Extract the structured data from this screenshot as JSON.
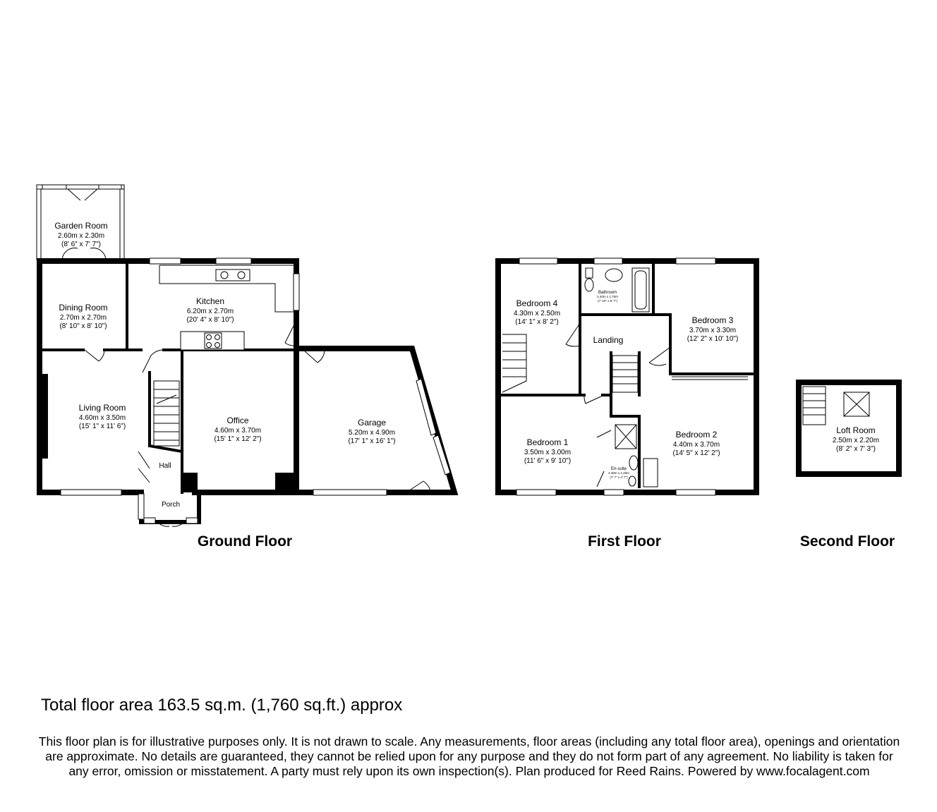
{
  "floors": {
    "ground": "Ground Floor",
    "first": "First Floor",
    "second": "Second Floor"
  },
  "rooms": {
    "garden_room": {
      "name": "Garden Room",
      "metric": "2.60m x 2.30m",
      "imperial": "(8' 6\" x 7' 7\")"
    },
    "dining_room": {
      "name": "Dining Room",
      "metric": "2.70m x 2.70m",
      "imperial": "(8' 10\" x 8' 10\")"
    },
    "kitchen": {
      "name": "Kitchen",
      "metric": "6.20m x 2.70m",
      "imperial": "(20' 4\" x 8' 10\")"
    },
    "living_room": {
      "name": "Living Room",
      "metric": "4.60m x 3.50m",
      "imperial": "(15' 1\" x 11' 6\")"
    },
    "office": {
      "name": "Office",
      "metric": "4.60m x 3.70m",
      "imperial": "(15' 1\" x 12' 2\")"
    },
    "garage": {
      "name": "Garage",
      "metric": "5.20m x 4.90m",
      "imperial": "(17' 1\" x 16' 1\")"
    },
    "hall": {
      "name": "Hall"
    },
    "porch": {
      "name": "Porch"
    },
    "bedroom_4": {
      "name": "Bedroom 4",
      "metric": "4.30m x 2.50m",
      "imperial": "(14' 1\" x 8' 2\")"
    },
    "bathroom": {
      "name": "Bathroom",
      "metric": "2.40m x 1.70m",
      "imperial": "(7' 10\" x 5' 7\")"
    },
    "bedroom_3": {
      "name": "Bedroom 3",
      "metric": "3.70m x 3.30m",
      "imperial": "(12' 2\" x 10' 10\")"
    },
    "landing": {
      "name": "Landing"
    },
    "bedroom_1": {
      "name": "Bedroom 1",
      "metric": "3.50m x 3.00m",
      "imperial": "(11' 6\" x 9' 10\")"
    },
    "en_suite": {
      "name": "En-suite",
      "metric": "2.30m x 1.40m",
      "imperial": "(7' 7\" x 4' 7\")"
    },
    "bedroom_2": {
      "name": "Bedroom 2",
      "metric": "4.40m x 3.70m",
      "imperial": "(14' 5\" x 12' 2\")"
    },
    "loft_room": {
      "name": "Loft Room",
      "metric": "2.50m x 2.20m",
      "imperial": "(8' 2\" x 7' 3\")"
    }
  },
  "total_area": "Total floor area 163.5 sq.m. (1,760 sq.ft.) approx",
  "disclaimer": "This floor plan is for illustrative purposes only. It is not drawn to scale. Any measurements, floor areas (including any total floor area), openings and orientation are approximate. No details are guaranteed, they cannot be relied upon for any purpose and they do not form part of any agreement. No liability is taken for any error, omission or misstatement. A party must rely upon its own inspection(s). Plan produced for Reed Rains. Powered by www.focalagent.com"
}
